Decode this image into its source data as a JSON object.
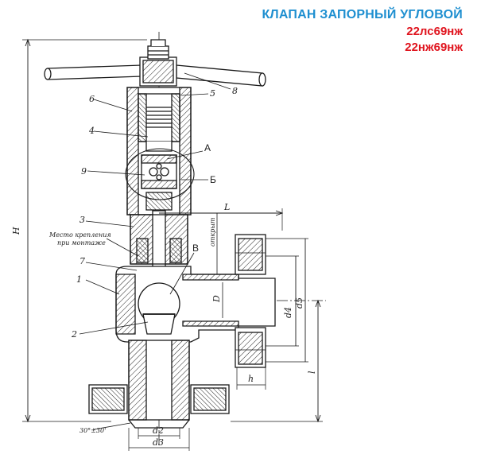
{
  "title": {
    "main": "КЛАПАН ЗАПОРНЫЙ УГЛОВОЙ",
    "model_1": "22лс69нж",
    "model_2": "22нж69нж"
  },
  "callouts": {
    "c1": "1",
    "c2": "2",
    "c3": "3",
    "c4": "4",
    "c5": "5",
    "c6": "6",
    "c7": "7",
    "c8": "8",
    "c9": "9",
    "detail_a": "А",
    "detail_b": "Б",
    "detail_v": "В",
    "mounting_note_1": "Место крепления",
    "mounting_note_2": "при монтаже"
  },
  "dimensions": {
    "H": "H",
    "L": "L",
    "l": "l",
    "h": "h",
    "D": "D",
    "d4": "d4",
    "d5": "d5",
    "d2": "d2",
    "d3": "d3",
    "open_mark": "открыт",
    "chamfer": "30°±30'"
  },
  "colors": {
    "title_blue": "#1e8fd0",
    "title_red": "#e0141e",
    "line": "#1a1a1a"
  }
}
